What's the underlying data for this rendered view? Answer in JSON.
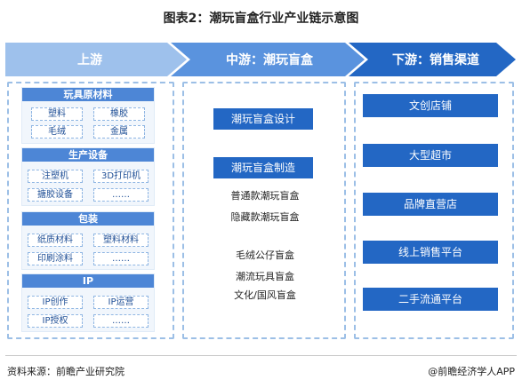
{
  "title": "图表2：潮玩盲盒行业产业链示意图",
  "stages": {
    "upstream": "上游",
    "midstream": "中游：潮玩盲盒",
    "downstream": "下游：销售渠道"
  },
  "upstream_groups": [
    {
      "title": "玩具原材料",
      "items": [
        "塑料",
        "橡胶",
        "毛绒",
        "金属"
      ]
    },
    {
      "title": "生产设备",
      "items": [
        "注塑机",
        "3D打印机",
        "搪胶设备",
        "……"
      ]
    },
    {
      "title": "包装",
      "items": [
        "纸质材料",
        "塑料材料",
        "印刷涂料",
        "……"
      ]
    },
    {
      "title": "IP",
      "items": [
        "IP创作",
        "IP运营",
        "IP授权",
        "……"
      ]
    }
  ],
  "midstream": {
    "design": "潮玩盲盒设计",
    "manufacture": "潮玩盲盒制造",
    "types_a": [
      "普通款潮玩盲盒",
      "隐藏款潮玩盲盒"
    ],
    "types_b": [
      "毛绒公仔盲盒",
      "潮流玩具盲盒",
      "文化/国风盲盒"
    ]
  },
  "downstream": [
    "文创店铺",
    "大型超市",
    "品牌直营店",
    "线上销售平台",
    "二手流通平台"
  ],
  "footer": {
    "source": "资料来源：前瞻产业研究院",
    "brand": "@前瞻经济学人APP"
  },
  "colors": {
    "light": "#9ec1ec",
    "mid": "#5a93de",
    "dark": "#2367c4",
    "dash": "#9cbfe6"
  }
}
